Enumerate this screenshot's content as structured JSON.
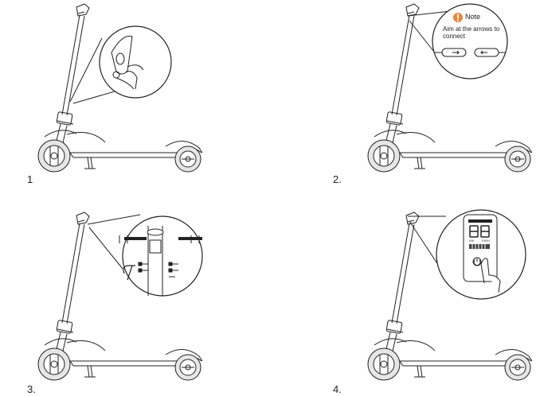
{
  "steps": [
    {
      "label": "1"
    },
    {
      "label": "2."
    },
    {
      "label": "3."
    },
    {
      "label": "4."
    }
  ],
  "note": {
    "title": "Note",
    "text": "Aim at the arrows to connect",
    "icon": "exclamation-icon",
    "icon_color": "#f0833a"
  },
  "display": {
    "left_label": "KM",
    "right_label": "KM/H"
  },
  "colors": {
    "line": "#222222",
    "wheel_fill": "#e6e6e6"
  }
}
